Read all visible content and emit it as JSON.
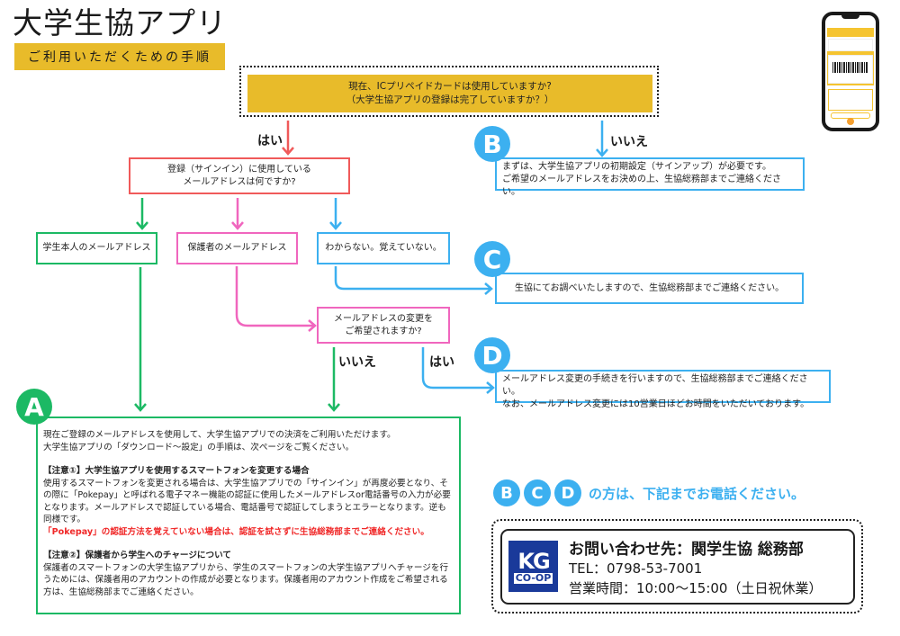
{
  "header": {
    "title": "大学生協アプリ",
    "subtitle": "ご利用いただくための手順"
  },
  "colors": {
    "yellow": "#e8bb2a",
    "red": "#f05a5a",
    "green": "#1cb964",
    "pink": "#f066be",
    "blue": "#3cb0f0",
    "warn_red": "#f02828",
    "coop_blue": "#1a3a9a"
  },
  "phone_mockup": {
    "icon": "smartphone-app-screenshot"
  },
  "flow": {
    "start_question": {
      "line1": "現在、ICプリペイドカードは使用していますか?",
      "line2": "（大学生協アプリの登録は完了していますか？）"
    },
    "yes_label": "はい",
    "no_label": "いいえ",
    "q2": {
      "line1": "登録（サインイン）に使用している",
      "line2": "メールアドレスは何ですか?"
    },
    "options": {
      "student": "学生本人のメールアドレス",
      "guardian": "保護者のメールアドレス",
      "unknown": "わからない。覚えていない。"
    },
    "q3": {
      "line1": "メールアドレスの変更を",
      "line2": "ご希望されますか?"
    },
    "q3_no_label": "いいえ",
    "q3_yes_label": "はい",
    "outcome_b": {
      "badge": "B",
      "line1": "まずは、大学生協アプリの初期設定（サインアップ）が必要です。",
      "line2": "ご希望のメールアドレスをお決めの上、生協総務部までご連絡ください。"
    },
    "outcome_c": {
      "badge": "C",
      "line1": "生協にてお調べいたしますので、生協総務部までご連絡ください。"
    },
    "outcome_d": {
      "badge": "D",
      "line1": "メールアドレス変更の手続きを行いますので、生協総務部までご連絡ください。",
      "line2": "なお、メールアドレス変更には10営業日ほどお時間をいただいております。"
    },
    "outcome_a": {
      "badge": "A",
      "intro1": "現在ご登録のメールアドレスを使用して、大学生協アプリでの決済をご利用いただけます。",
      "intro2": "大学生協アプリの「ダウンロード～設定」の手順は、次ページをご覧ください。",
      "note1_title": "【注意①】大学生協アプリを使用するスマートフォンを変更する場合",
      "note1_body": "使用するスマートフォンを変更される場合は、大学生協アプリでの「サインイン」が再度必要となり、その際に「Pokepay」と呼ばれる電子マネー機能の認証に使用したメールアドレスor電話番号の入力が必要となります。メールアドレスで認証している場合、電話番号で認証してしまうとエラーとなります。逆も同様です。",
      "note1_warning": "「Pokepay」の認証方法を覚えていない場合は、認証を試さずに生協総務部までご連絡ください。",
      "note2_title": "【注意②】保護者から学生へのチャージについて",
      "note2_body": "保護者のスマートフォンの大学生協アプリから、学生のスマートフォンの大学生協アプリへチャージを行うためには、保護者用のアカウントの作成が必要となります。保護者用のアカウント作成をご希望される方は、生協総務部までご連絡ください。"
    }
  },
  "contact": {
    "badges": [
      "B",
      "C",
      "D"
    ],
    "call_text": "の方は、下記までお電話ください。",
    "logo_top": "KG",
    "logo_bottom": "CO-OP",
    "title": "お問い合わせ先：関学生協 総務部",
    "tel": "TEL：0798-53-7001",
    "hours": "営業時間：10:00～15:00（土日祝休業）"
  }
}
